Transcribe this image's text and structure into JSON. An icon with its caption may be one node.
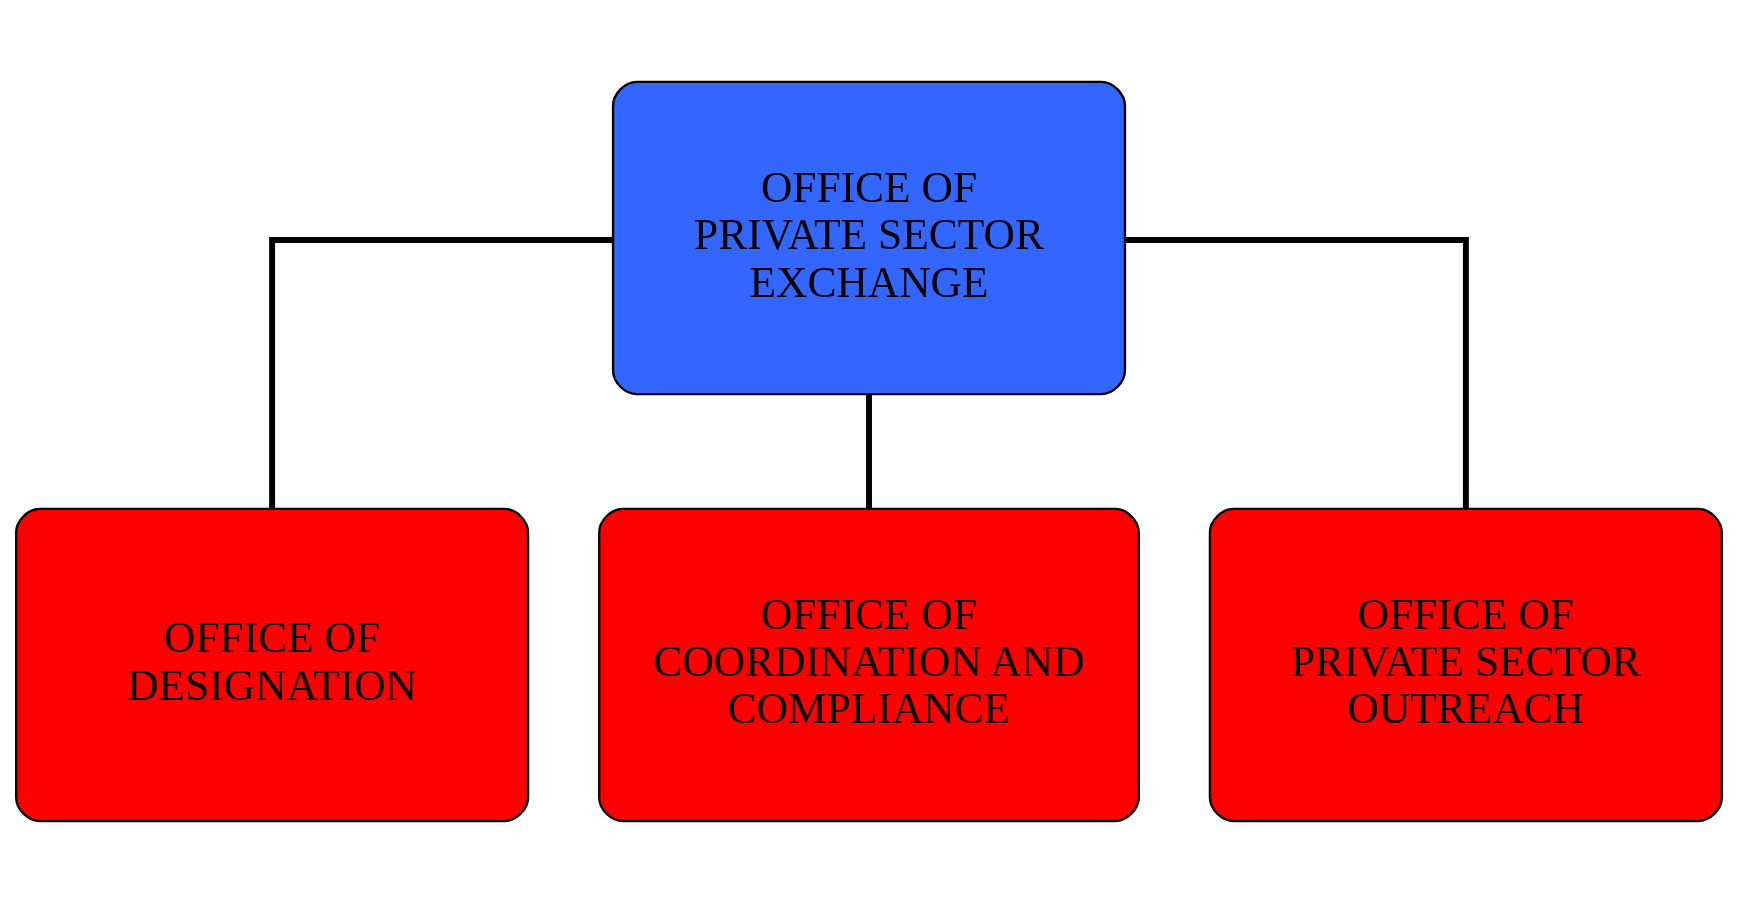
{
  "diagram": {
    "nodes": [
      {
        "text": [
          "OFFICE OF PRIVATE SECTOR EXCHANGE"
        ]
      },
      {
        "text": [
          "OFFICE OF DESIGNATION"
        ]
      },
      {
        "text": [
          "OFFICE OF COORDINATION AND COMPLIANCE"
        ]
      },
      {
        "text": [
          "OFFICE OF PRIVATE SECTOR OUTREACH"
        ]
      }
    ],
    "edges": [
      {
        "from": 0,
        "to": 1,
        "arrow": "none"
      },
      {
        "from": 0,
        "to": 2,
        "arrow": "none"
      },
      {
        "from": 0,
        "to": 3,
        "arrow": "none"
      }
    ]
  }
}
